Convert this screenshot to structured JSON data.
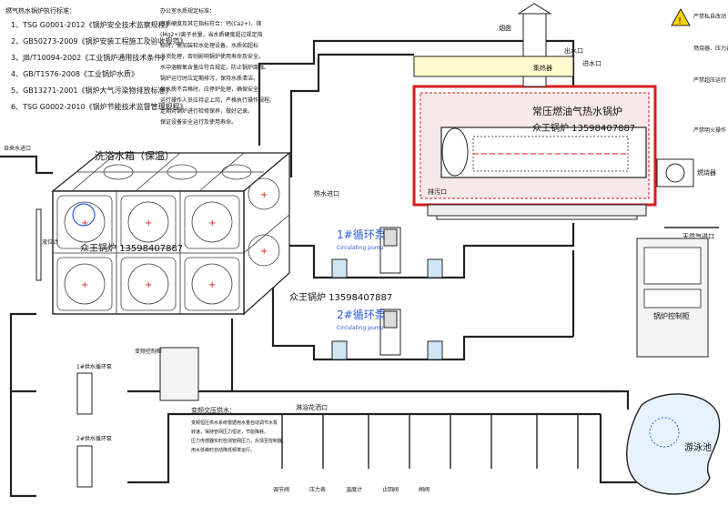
{
  "standards_title": "燃气热水锅炉执行标准：",
  "standards": [
    "1、TSG G0001-2012《锅炉安全技术监察规程》",
    "2、GB50273-2009《锅炉安装工程施工及验收规范》",
    "3、JB/T10094-2002《工业锅炉通用技术条件》",
    "4、GB/T1576-2008《工业锅炉水质》",
    "5、GB13271-2001《锅炉大气污染物排放标准》",
    "6、TSG G0002-2010《锅炉节能技术监督管理规程》"
  ],
  "tank_title": "洗浴水箱（保温）",
  "boiler_name": "常压燃油气热水锅炉",
  "contact": "众王锅炉 13598407887",
  "pump1_title": "1#循环泵",
  "pump2_title": "2#循环泵",
  "pump_sub": "Circulating pump",
  "labels": {
    "chimney": "烟囱",
    "inlet_vent": "进水口",
    "outlet": "出水口",
    "tank_inlet": "热水进口",
    "mains_inlet": "自来水进口",
    "level": "液位计",
    "drain": "排污口",
    "burner": "燃烧器",
    "gas_inlet": "天然气进口",
    "control_box": "变频控制柜",
    "boiler_panel": "锅炉控制柜",
    "freq_title": "变频交压供水：",
    "shower": "淋浴花洒口",
    "pool": "游泳池",
    "supply_pump1": "1#供水循环泵",
    "supply_pump2": "2#供水循环泵",
    "collector": "集热器",
    "warning": "严禁明火操作",
    "lines": [
      "严禁私自改动",
      "燃烧器、压力表",
      "严禁超压运行"
    ]
  },
  "notes_title": "办公室水质规定标准：",
  "notes": [
    "水质硬度及其它指标符合：钙(Ca2+)、镁",
    "(Mg2+)离子总量，当水质硬度超过规定指",
    "标时，需加装软水处理设备。水质如超标",
    "必须处理，否则影响锅炉使用寿命及安全。",
    "水中溶解氧含量应符合规定，防止锅炉腐蚀。",
    "锅炉运行时应定期排污，保持水质清洁。",
    "当水质不合格时，应停炉处理，确保安全。",
    "运行操作人员应持证上岗，严格执行操作规程。",
    "定期对锅炉进行检修保养，做好记录。",
    "保证设备安全运行及使用寿命。"
  ],
  "freq_notes": [
    "变频恒压供水系统根据用水量自动调节水泵",
    "转速，保持管网压力恒定，节能降耗。",
    "压力传感器实时检测管网压力，反馈至控制器。",
    "用水低峰时自动降低频率运行。"
  ],
  "side_notes": [
    "调节阀",
    "压力表",
    "温度计",
    "止回阀",
    "闸阀"
  ]
}
